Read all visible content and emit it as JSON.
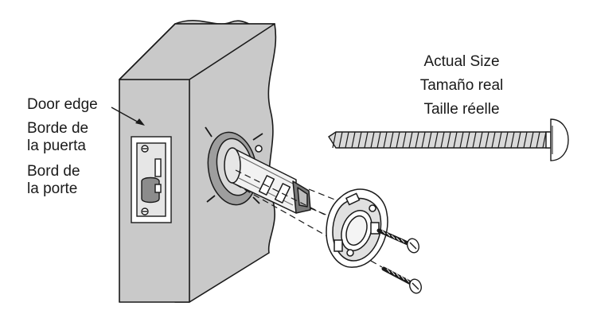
{
  "labels": {
    "door_edge_en": "Door edge",
    "door_edge_es_1": "Borde de",
    "door_edge_es_2": "la puerta",
    "door_edge_fr_1": "Bord de",
    "door_edge_fr_2": "la porte",
    "actual_size_en": "Actual Size",
    "actual_size_es": "Tamaño real",
    "actual_size_fr": "Taille réelle"
  },
  "colors": {
    "door_fill": "#c9c9c9",
    "line": "#1a1a1a",
    "paper": "#ffffff"
  },
  "icons": [
    "door-block",
    "latch-faceplate",
    "latch-bolt",
    "rose-plate",
    "short-screw",
    "actual-size-screw"
  ]
}
